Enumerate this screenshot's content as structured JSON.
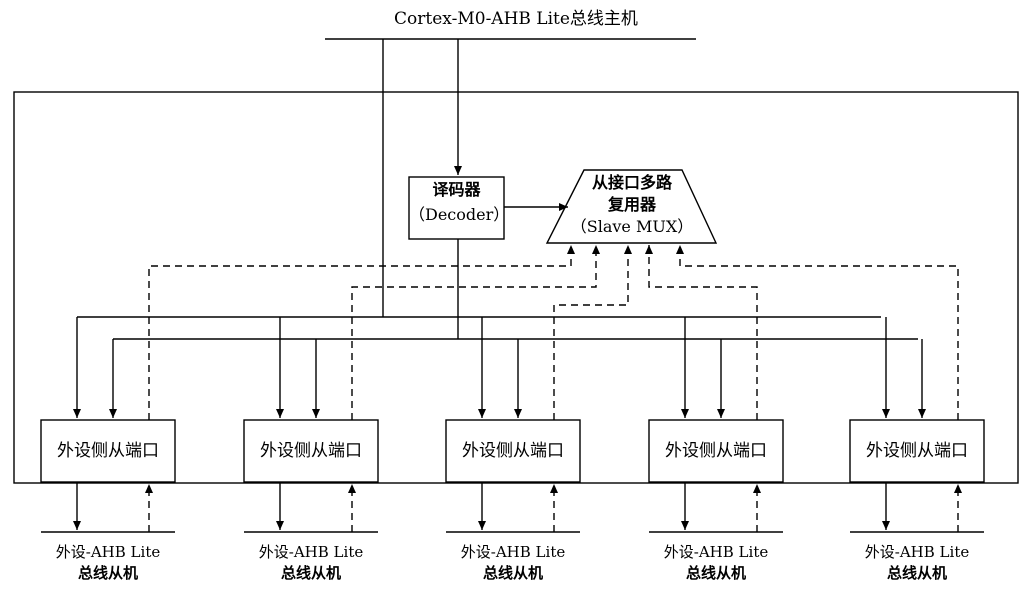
{
  "master_bus_label": "Cortex-M0-AHB Lite总线主机",
  "decoder": {
    "line1": "译码器",
    "line2": "（Decoder）"
  },
  "slave_mux": {
    "line1": "从接口多路",
    "line2": "复用器",
    "line3": "（Slave MUX）"
  },
  "ports": [
    {
      "label": "外设侧从端口",
      "slave_line1": "外设-AHB Lite",
      "slave_line2": "总线从机"
    },
    {
      "label": "外设侧从端口",
      "slave_line1": "外设-AHB Lite",
      "slave_line2": "总线从机"
    },
    {
      "label": "外设侧从端口",
      "slave_line1": "外设-AHB Lite",
      "slave_line2": "总线从机"
    },
    {
      "label": "外设侧从端口",
      "slave_line1": "外设-AHB Lite",
      "slave_line2": "总线从机"
    },
    {
      "label": "外设侧从端口",
      "slave_line1": "外设-AHB Lite",
      "slave_line2": "总线从机"
    }
  ],
  "colors": {
    "line": "#000000",
    "background": "#ffffff"
  }
}
